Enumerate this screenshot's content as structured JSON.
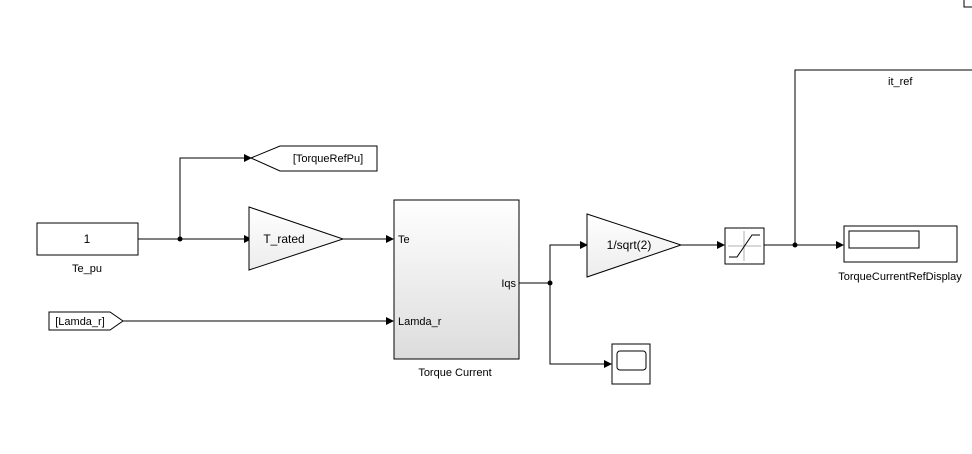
{
  "diagram": {
    "blocks": {
      "te_constant": {
        "value": "1",
        "name": "Te_pu"
      },
      "torque_goto": {
        "tag": "[TorqueRefPu]"
      },
      "lamda_from": {
        "tag": "[Lamda_r]"
      },
      "t_rated_gain": {
        "gain": "T_rated"
      },
      "torque_current_subsystem": {
        "name": "Torque Current",
        "input_te": "Te",
        "input_lamda": "Lamda_r",
        "output_iqs": "Iqs"
      },
      "sqrt_gain": {
        "gain": "1/sqrt(2)"
      },
      "saturation": {},
      "scope": {},
      "display": {
        "name": "TorqueCurrentRefDisplay"
      }
    },
    "signals": {
      "it_ref": "it_ref"
    }
  }
}
